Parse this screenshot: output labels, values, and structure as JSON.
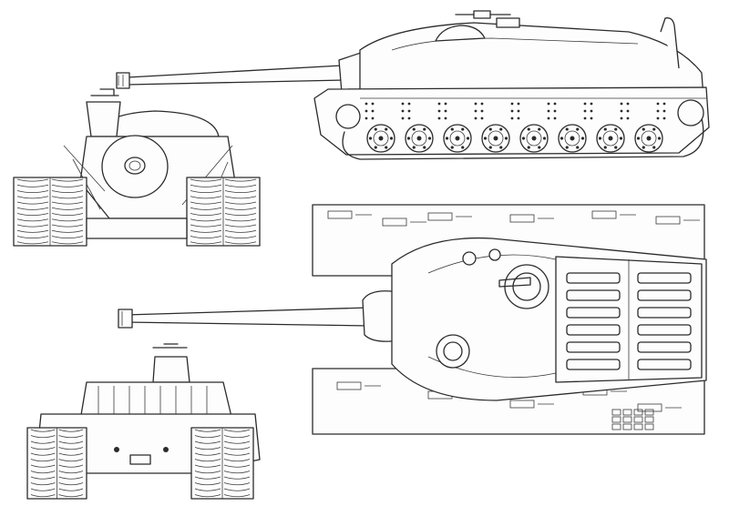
{
  "drawing": {
    "background": "#ffffff",
    "line_color": "#2b2b2b",
    "views": [
      "side-elevation",
      "front-elevation",
      "rear-elevation",
      "top-plan"
    ],
    "side_road_wheels": 8,
    "front_track_links_per_side": 12,
    "top_hull_grilles": 6
  }
}
